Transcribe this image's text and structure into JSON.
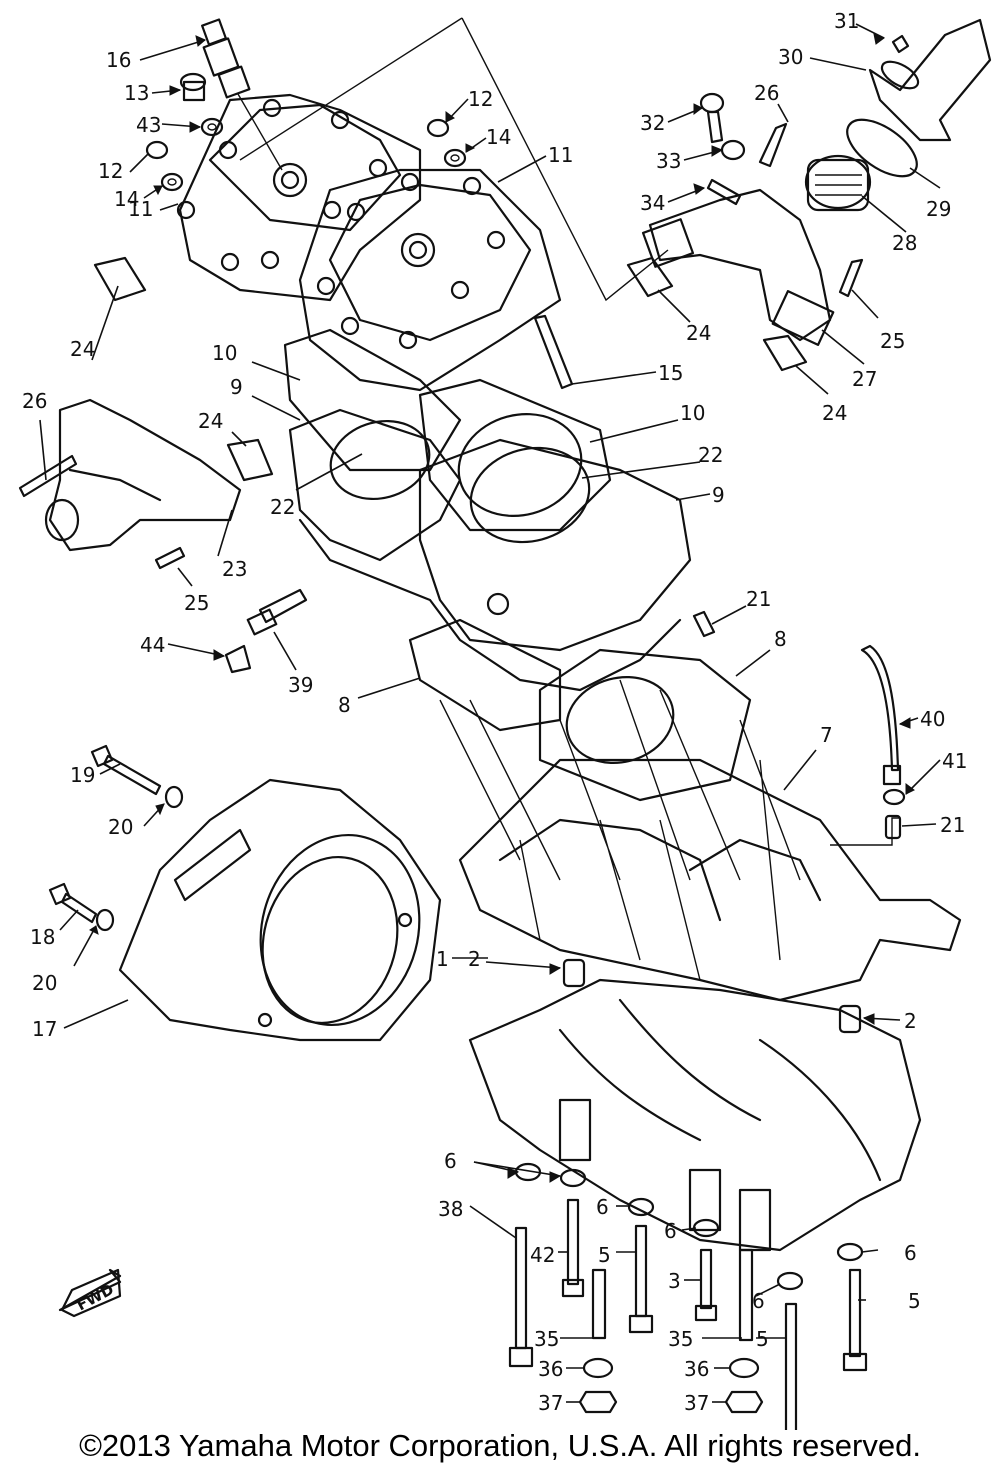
{
  "callouts": [
    {
      "id": "c16",
      "text": "16"
    },
    {
      "id": "c13",
      "text": "13"
    },
    {
      "id": "c43",
      "text": "43"
    },
    {
      "id": "c12a",
      "text": "12"
    },
    {
      "id": "c14a",
      "text": "14"
    },
    {
      "id": "c11a",
      "text": "11"
    },
    {
      "id": "c12b",
      "text": "12"
    },
    {
      "id": "c14b",
      "text": "14"
    },
    {
      "id": "c11b",
      "text": "11"
    },
    {
      "id": "c31",
      "text": "31"
    },
    {
      "id": "c30",
      "text": "30"
    },
    {
      "id": "c26a",
      "text": "26"
    },
    {
      "id": "c32",
      "text": "32"
    },
    {
      "id": "c33",
      "text": "33"
    },
    {
      "id": "c34",
      "text": "34"
    },
    {
      "id": "c29",
      "text": "29"
    },
    {
      "id": "c28",
      "text": "28"
    },
    {
      "id": "c24a",
      "text": "24"
    },
    {
      "id": "c25a",
      "text": "25"
    },
    {
      "id": "c27",
      "text": "27"
    },
    {
      "id": "c24b",
      "text": "24"
    },
    {
      "id": "c15",
      "text": "15"
    },
    {
      "id": "c24c",
      "text": "24"
    },
    {
      "id": "c26b",
      "text": "26"
    },
    {
      "id": "c10a",
      "text": "10"
    },
    {
      "id": "c9a",
      "text": "9"
    },
    {
      "id": "c24d",
      "text": "24"
    },
    {
      "id": "c10b",
      "text": "10"
    },
    {
      "id": "c22a",
      "text": "22"
    },
    {
      "id": "c22b",
      "text": "22"
    },
    {
      "id": "c9b",
      "text": "9"
    },
    {
      "id": "c23",
      "text": "23"
    },
    {
      "id": "c25b",
      "text": "25"
    },
    {
      "id": "c21a",
      "text": "21"
    },
    {
      "id": "c44",
      "text": "44"
    },
    {
      "id": "c39",
      "text": "39"
    },
    {
      "id": "c8a",
      "text": "8"
    },
    {
      "id": "c8b",
      "text": "8"
    },
    {
      "id": "c40",
      "text": "40"
    },
    {
      "id": "c7",
      "text": "7"
    },
    {
      "id": "c41",
      "text": "41"
    },
    {
      "id": "c19",
      "text": "19"
    },
    {
      "id": "c20a",
      "text": "20"
    },
    {
      "id": "c21b",
      "text": "21"
    },
    {
      "id": "c18",
      "text": "18"
    },
    {
      "id": "c20b",
      "text": "20"
    },
    {
      "id": "c1",
      "text": "1"
    },
    {
      "id": "c2a",
      "text": "2"
    },
    {
      "id": "c17",
      "text": "17"
    },
    {
      "id": "c2b",
      "text": "2"
    },
    {
      "id": "c6a",
      "text": "6"
    },
    {
      "id": "c38",
      "text": "38"
    },
    {
      "id": "c6b",
      "text": "6"
    },
    {
      "id": "c6c",
      "text": "6"
    },
    {
      "id": "c6d",
      "text": "6"
    },
    {
      "id": "c42",
      "text": "42"
    },
    {
      "id": "c5a",
      "text": "5"
    },
    {
      "id": "c3",
      "text": "3"
    },
    {
      "id": "c6e",
      "text": "6"
    },
    {
      "id": "c5b",
      "text": "5"
    },
    {
      "id": "c35a",
      "text": "35"
    },
    {
      "id": "c35b",
      "text": "35"
    },
    {
      "id": "c5c",
      "text": "5"
    },
    {
      "id": "c36a",
      "text": "36"
    },
    {
      "id": "c36b",
      "text": "36"
    },
    {
      "id": "c37a",
      "text": "37"
    },
    {
      "id": "c37b",
      "text": "37"
    }
  ],
  "fwd_label": "FWD",
  "copyright": "©2013 Yamaha Motor Corporation, U.S.A. All rights reserved."
}
